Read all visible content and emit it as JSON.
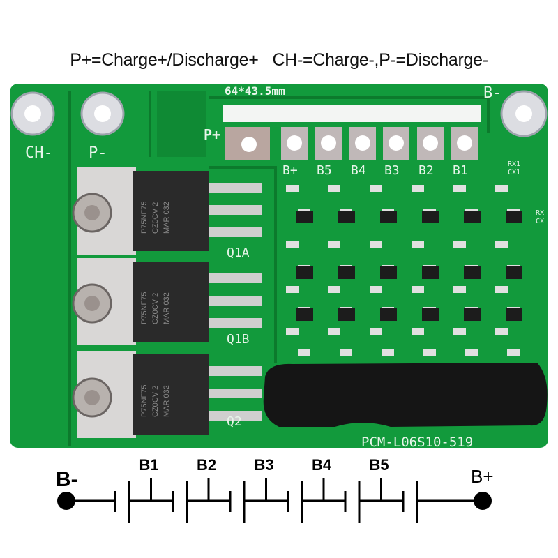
{
  "caption": "P+=Charge+/Discharge+   CH-=Charge-,P-=Discharge-",
  "board": {
    "size_label": "64*43.5mm",
    "terminals": {
      "ch_minus": "CH-",
      "p_minus": "P-",
      "b_minus": "B-",
      "p_plus": "P+"
    },
    "balance_pads": [
      "B+",
      "B5",
      "B4",
      "B3",
      "B2",
      "B1"
    ],
    "side_labels": [
      "RX1",
      "CX1",
      "RX",
      "CX"
    ],
    "mosfet_labels": [
      "Q1A",
      "Q1B",
      "Q2"
    ],
    "mosfet_marking": {
      "line1": "P75NF75",
      "line2": "CZ0CV 2",
      "line3": "MAR 032"
    },
    "model": "PCM-L06S10-519",
    "colors": {
      "pcb": "#129a3c",
      "pcb_dark": "#0c7a2c",
      "heatshrink": "#151515"
    }
  },
  "schematic": {
    "neg_label": "B-",
    "pos_label": "B+",
    "taps": [
      "B1",
      "B2",
      "B3",
      "B4",
      "B5"
    ]
  }
}
